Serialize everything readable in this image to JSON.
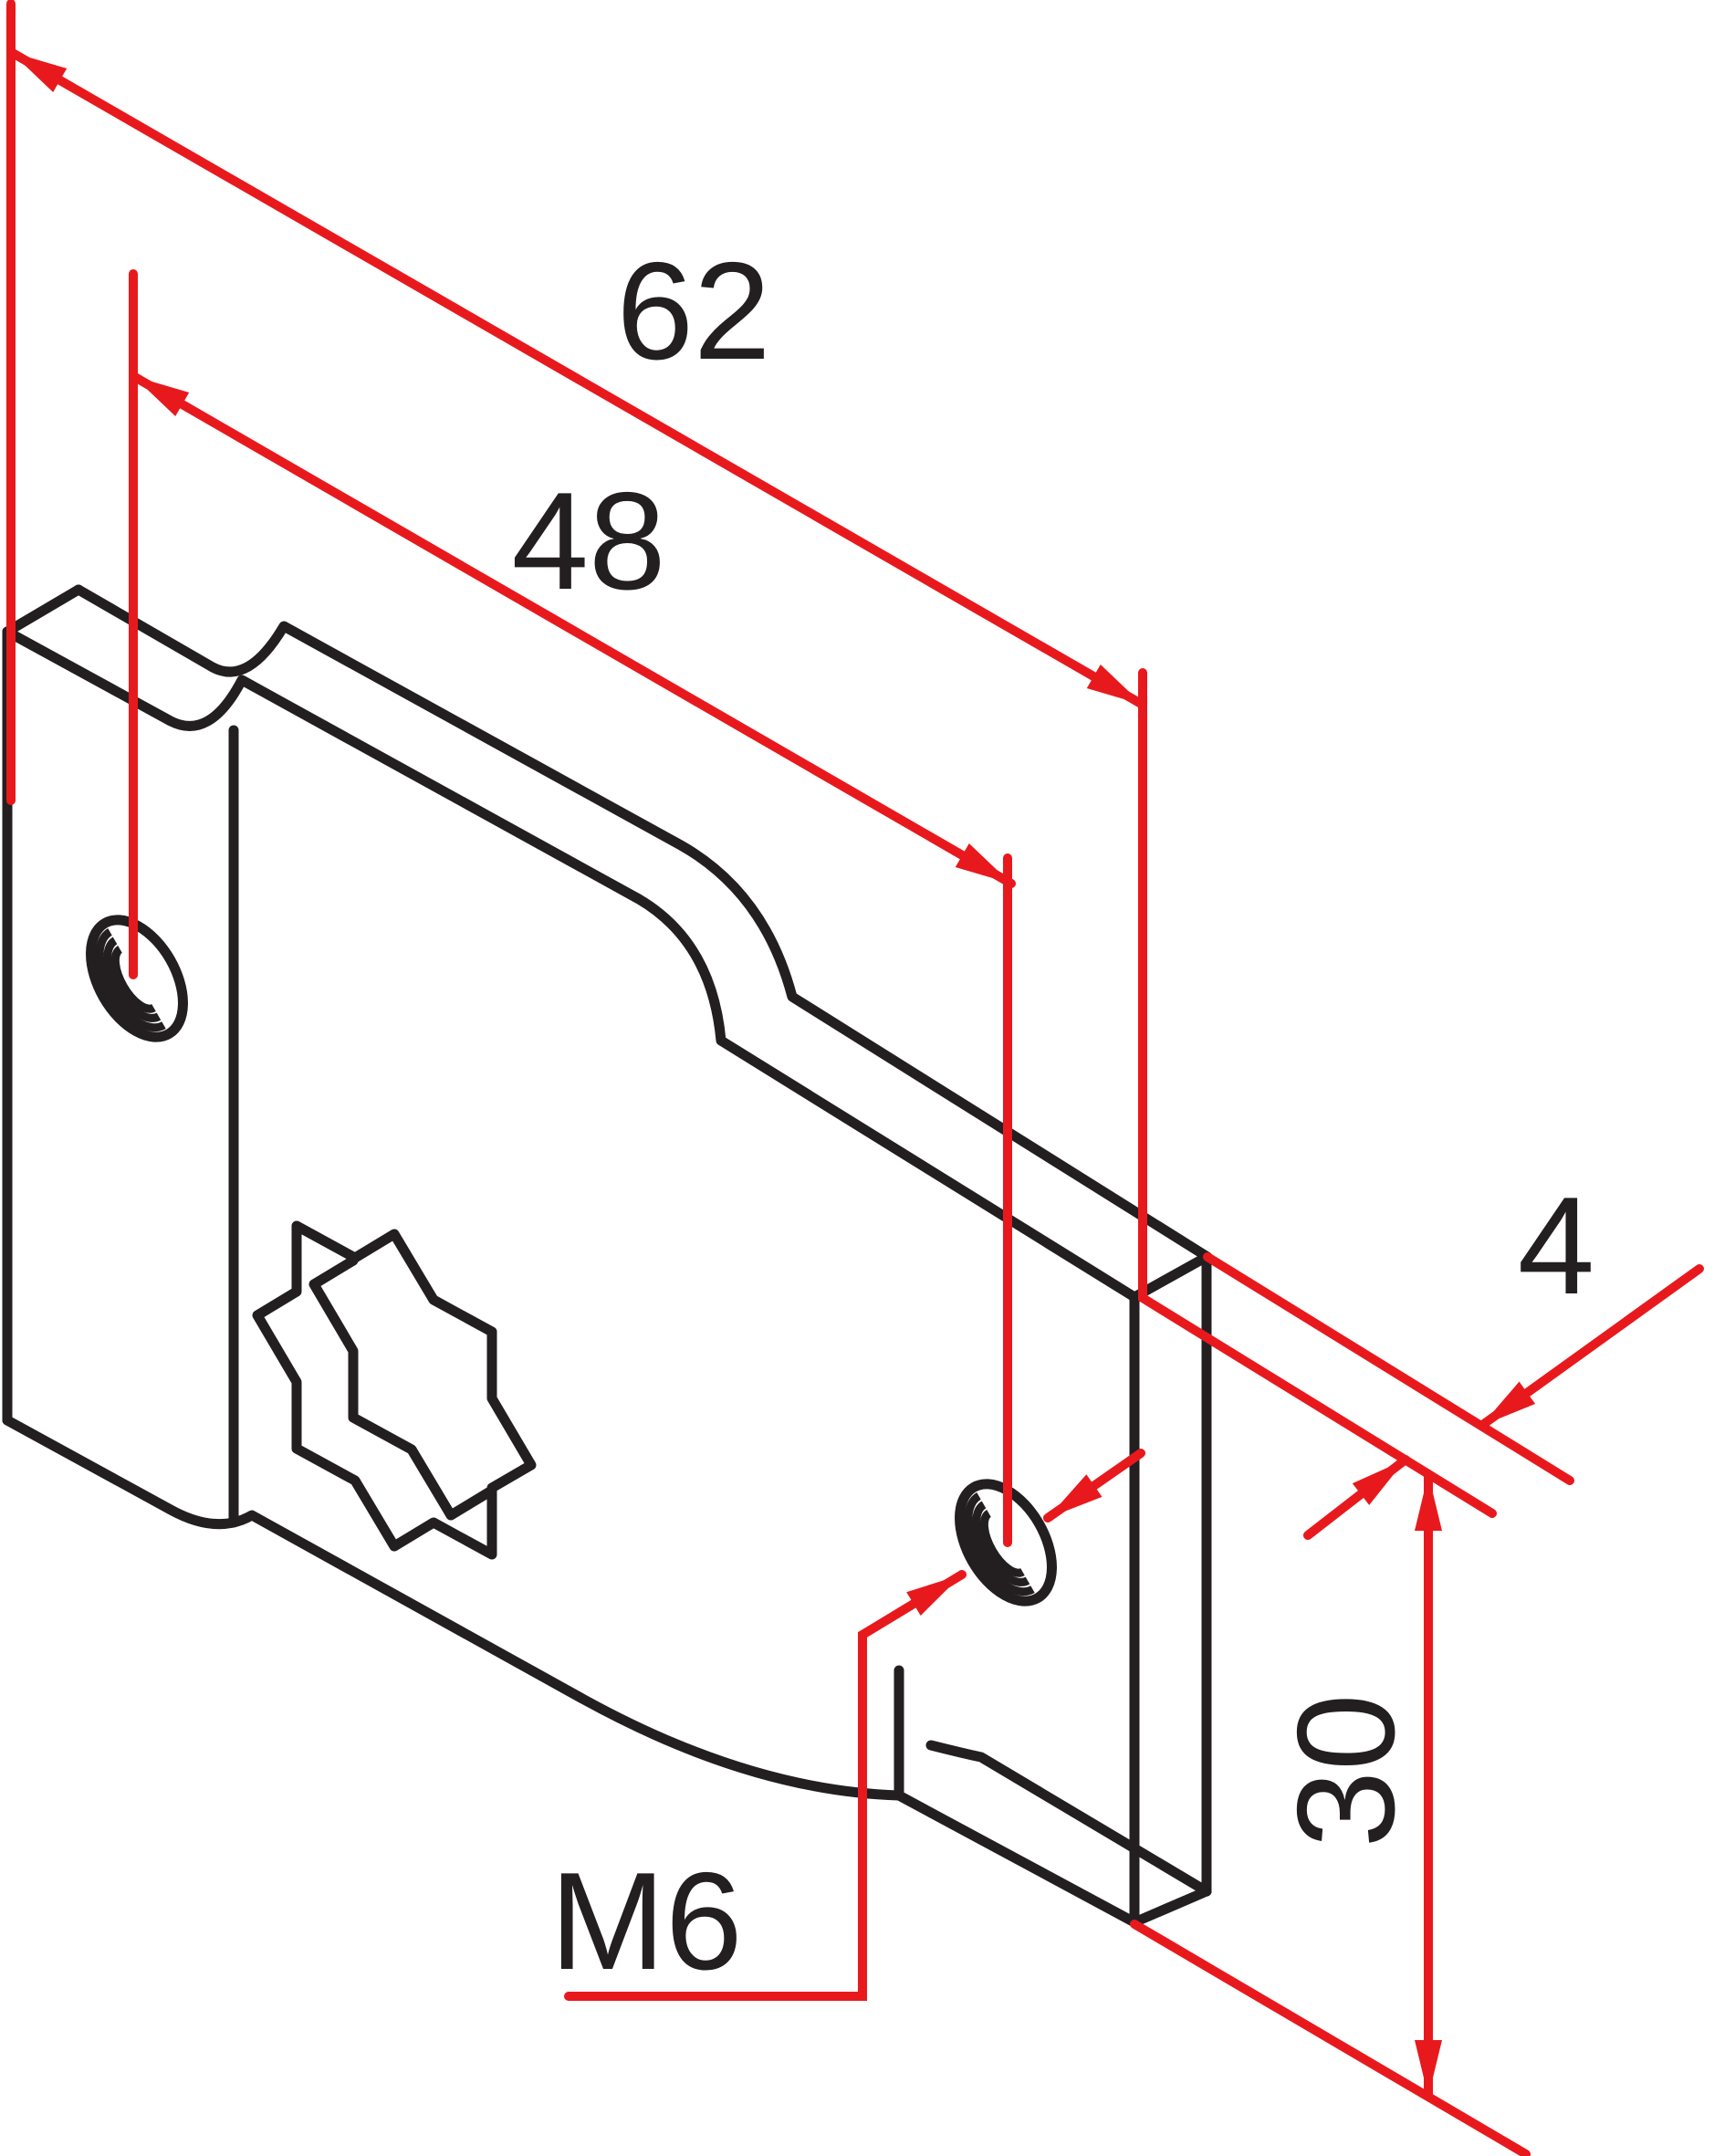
{
  "drawing": {
    "kind": "isometric technical drawing",
    "part": "Z-shaped mounting bracket with star-shaped cutout and two threaded holes",
    "units": "mm"
  },
  "dimensions": {
    "overall_length": {
      "label": "62"
    },
    "hole_spacing": {
      "label": "48"
    },
    "plate_thickness": {
      "label": "4"
    },
    "plate_height": {
      "label": "30"
    },
    "thread_size": {
      "label": "M6"
    }
  },
  "colors": {
    "dimension": "#e8191d",
    "outline": "#231f20",
    "background": "#ffffff"
  }
}
